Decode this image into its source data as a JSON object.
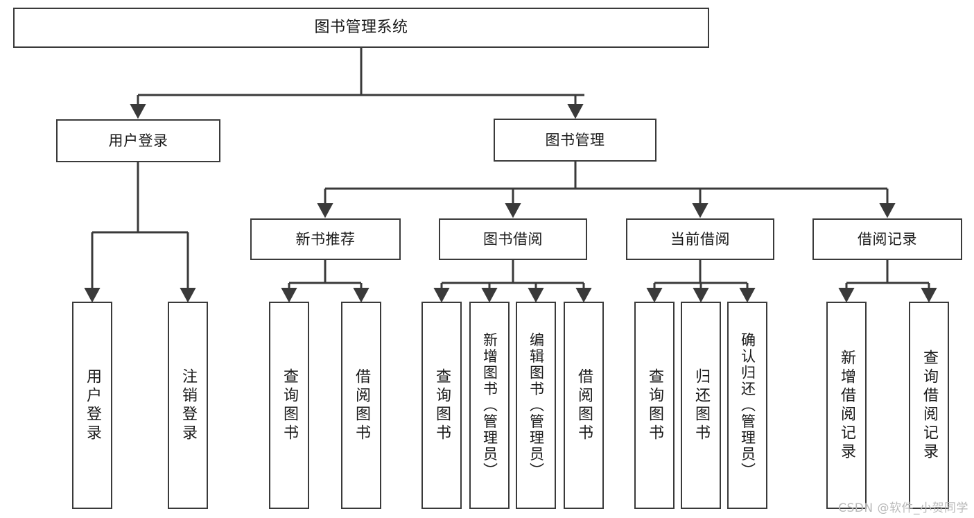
{
  "diagram": {
    "type": "tree",
    "title": "图书管理系统",
    "watermark": "CSDN @软件_小贺同学",
    "colors": {
      "border": "#3a3a3a",
      "background": "#ffffff",
      "text": "#1a1a1a",
      "watermark": "#b9b9b9"
    }
  },
  "nodes": {
    "root": {
      "label": "图书管理系统"
    },
    "level1": [
      {
        "label": "用户登录"
      },
      {
        "label": "图书管理"
      }
    ],
    "level2": [
      {
        "label": "新书推荐"
      },
      {
        "label": "图书借阅"
      },
      {
        "label": "当前借阅"
      },
      {
        "label": "借阅记录"
      }
    ],
    "leaves": {
      "user_login": [
        {
          "label": "用户登录"
        },
        {
          "label": "注销登录"
        }
      ],
      "new_book_recommend": [
        {
          "label": "查询图书"
        },
        {
          "label": "借阅图书"
        }
      ],
      "book_borrow": [
        {
          "label": "查询图书"
        },
        {
          "label": "新增图书（管理员）"
        },
        {
          "label": "编辑图书（管理员）"
        },
        {
          "label": "借阅图书"
        }
      ],
      "current_borrow": [
        {
          "label": "查询图书"
        },
        {
          "label": "归还图书"
        },
        {
          "label": "确认归还（管理员）"
        }
      ],
      "borrow_record": [
        {
          "label": "新增借阅记录"
        },
        {
          "label": "查询借阅记录"
        }
      ]
    }
  }
}
